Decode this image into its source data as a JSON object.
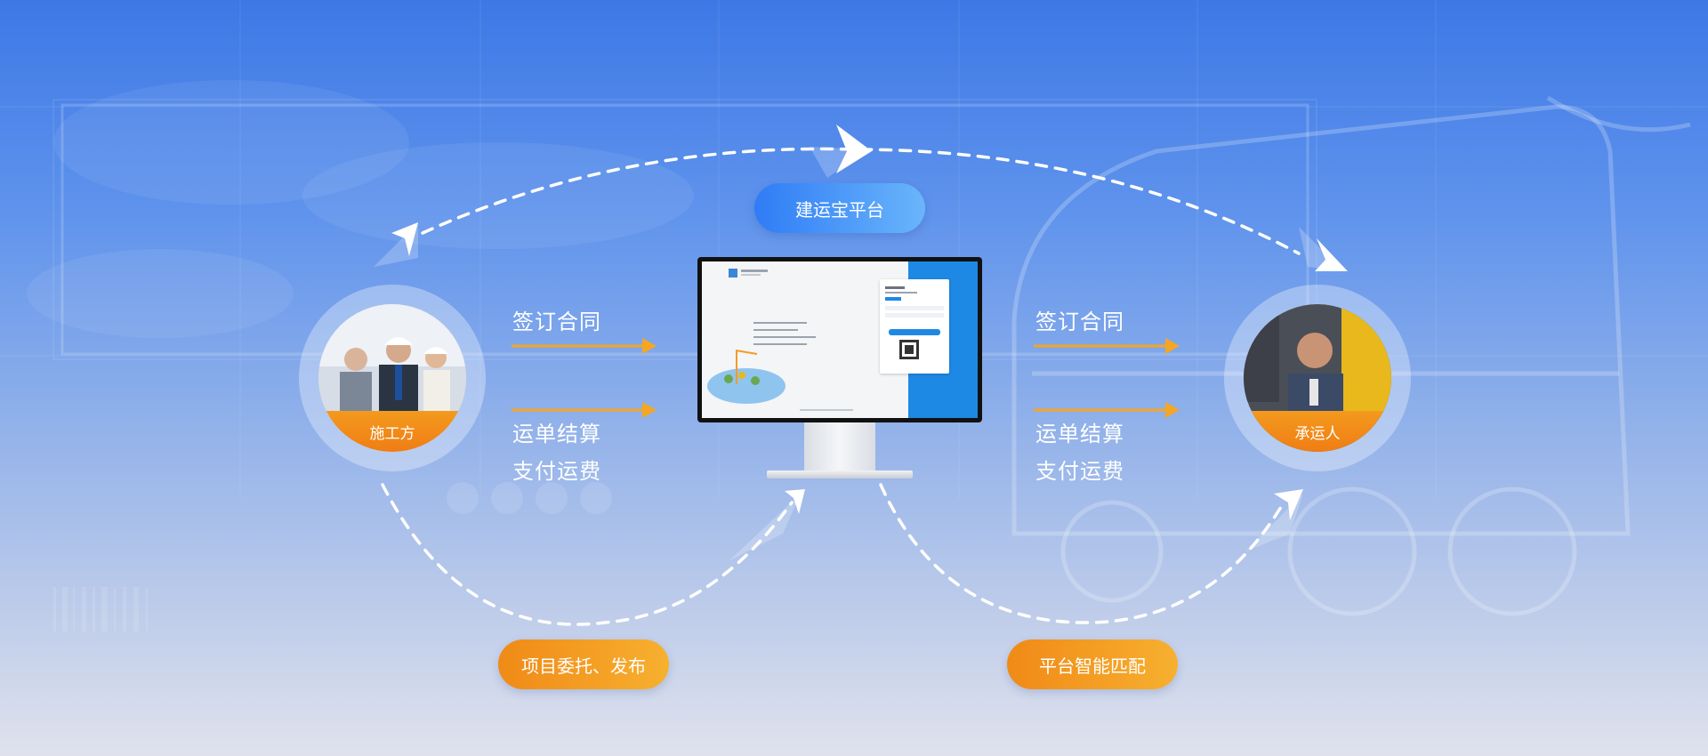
{
  "platform": {
    "label": "建运宝平台",
    "color": "#2f7cf6"
  },
  "left_node": {
    "label": "施工方"
  },
  "right_node": {
    "label": "承运人"
  },
  "left_flow": {
    "line1": "签订合同",
    "line2": "运单结算",
    "line3": "支付运费"
  },
  "right_flow": {
    "line1": "签订合同",
    "line2": "运单结算",
    "line3": "支付运费"
  },
  "bottom_left_pill": {
    "label": "项目委托、发布"
  },
  "bottom_right_pill": {
    "label": "平台智能匹配"
  },
  "colors": {
    "accent_orange": "#f5a623",
    "accent_blue": "#2f7cf6",
    "arrow_white": "#ffffff"
  }
}
